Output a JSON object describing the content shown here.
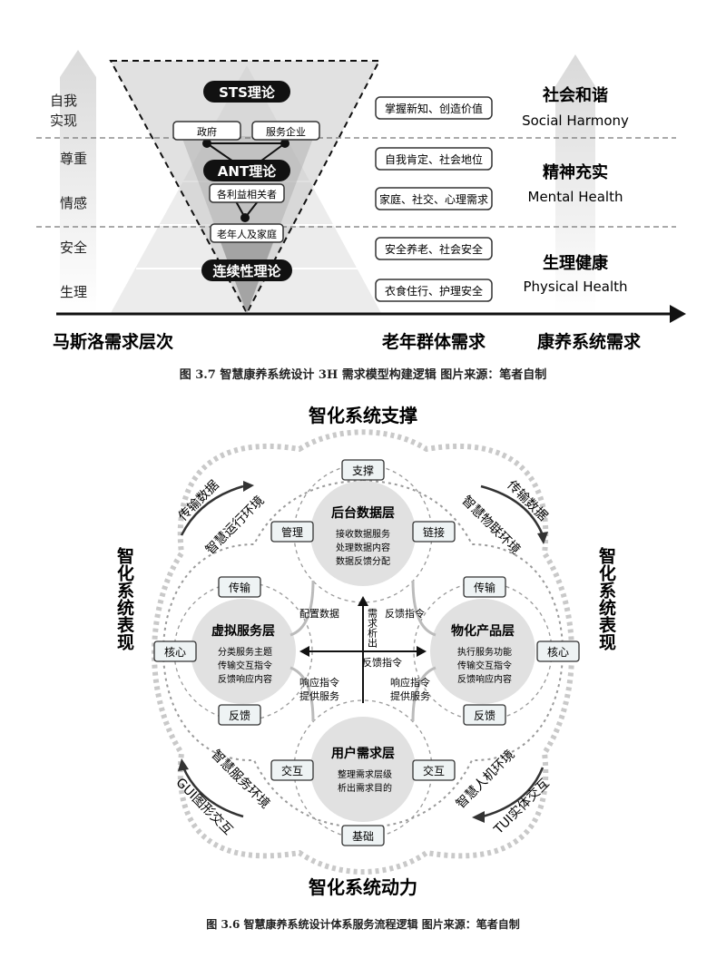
{
  "figure_3_7": {
    "caption": "图 3.7 智慧康养系统设计 3H 需求模型构建逻辑  图片来源：笔者自制",
    "maslow_levels": [
      "自我实现",
      "尊重",
      "情感",
      "安全",
      "生理"
    ],
    "theories": {
      "sts": "STS理论",
      "ant": "ANT理论",
      "continuity": "连续性理论"
    },
    "actors": {
      "government": "政府",
      "service_enterprise": "服务企业",
      "stakeholders": "各利益相关者",
      "elderly_family": "老年人及家庭"
    },
    "needs": [
      "掌握新知、创造价值",
      "自我肯定、社会地位",
      "家庭、社交、心理需求",
      "安全养老、社会安全",
      "衣食住行、护理安全"
    ],
    "health": [
      {
        "cn": "社会和谐",
        "en": "Social Harmony"
      },
      {
        "cn": "精神充实",
        "en": "Mental Health"
      },
      {
        "cn": "生理健康",
        "en": "Physical Health"
      }
    ],
    "axis_labels": {
      "maslow": "马斯洛需求层次",
      "elderly": "老年群体需求",
      "kangyang": "康养系统需求"
    }
  },
  "figure_3_6": {
    "caption": "图 3.6 智慧康养系统设计体系服务流程逻辑  图片来源：笔者自制",
    "outer": {
      "top": "智化系统支撑",
      "bottom": "智化系统动力",
      "left": "智化系统表现",
      "right": "智化系统表现"
    },
    "arc_labels": {
      "tl_outer": "传输数据",
      "tl_inner": "智慧运行环境",
      "tr_outer": "传输数据",
      "tr_inner": "智慧物联环境",
      "bl_outer": "GUI图形交互",
      "bl_inner": "智慧服务环境",
      "br_outer": "TUI实体交互",
      "br_inner": "智慧人机环境"
    },
    "layers": {
      "backend": {
        "title": "后台数据层",
        "items": [
          "接收数据服务",
          "处理数据内容",
          "数据反馈分配"
        ]
      },
      "virtual": {
        "title": "虚拟服务层",
        "items": [
          "分类服务主题",
          "传输交互指令",
          "反馈响应内容"
        ]
      },
      "product": {
        "title": "物化产品层",
        "items": [
          "执行服务功能",
          "传输交互指令",
          "反馈响应内容"
        ]
      },
      "user": {
        "title": "用户需求层",
        "items": [
          "整理需求层级",
          "析出需求目的"
        ]
      }
    },
    "tags": {
      "support": "支撑",
      "manage": "管理",
      "link": "链接",
      "transmit_left": "传输",
      "transmit_right": "传输",
      "core_left": "核心",
      "core_right": "核心",
      "feedback_left": "反馈",
      "feedback_right": "反馈",
      "interact_left": "交互",
      "interact_right": "交互",
      "basis": "基础"
    },
    "center": {
      "config_data": "配置数据",
      "feedback_cmd_top": "反馈指令",
      "need_analysis": "需求析出",
      "feedback_cmd_mid": "反馈指令",
      "respond_left_1": "响应指令",
      "respond_left_2": "提供服务",
      "respond_right_1": "响应指令",
      "respond_right_2": "提供服务"
    }
  }
}
